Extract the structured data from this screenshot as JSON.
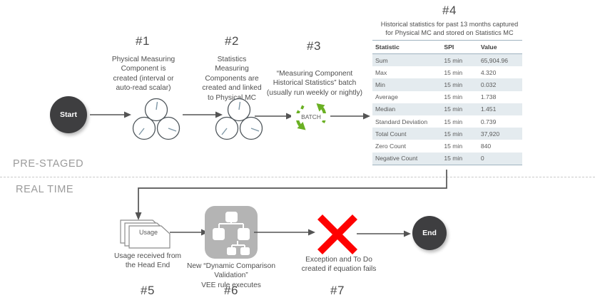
{
  "diagram": {
    "title_absent": true,
    "bands": [
      {
        "name": "pre-staged",
        "label": "PRE-STAGED"
      },
      {
        "name": "real-time",
        "label": "REAL TIME"
      }
    ],
    "nodes": {
      "start_label": "Start",
      "end_label": "End",
      "batch_label": "BATCH",
      "usage_label": "Usage"
    },
    "steps": [
      {
        "number": "#1",
        "description": "Physical Measuring Component is created (interval  or auto-read scalar)"
      },
      {
        "number": "#2",
        "description": "Statistics Measuring Components are created and linked to Physical MC"
      },
      {
        "number": "#3",
        "description": "“Measuring Component Historical Statistics” batch (usually run weekly or nightly)"
      },
      {
        "number": "#4",
        "description": "Historical statistics for past 13 months captured for Physical MC and stored on Statistics MC"
      },
      {
        "number": "#5",
        "description": "Usage received from the Head End"
      },
      {
        "number": "#6",
        "description": "New “Dynamic Comparison Validation” VEE rule executes"
      },
      {
        "number": "#7",
        "description": "Exception and To Do created if equation fails"
      }
    ],
    "step1_lines": [
      "Physical Measuring",
      "Component is",
      "created (interval  or",
      "auto-read scalar)"
    ],
    "step2_lines": [
      "Statistics",
      "Measuring",
      "Components are",
      "created and linked",
      "to Physical MC"
    ],
    "step3_lines": [
      "“Measuring Component",
      "Historical Statistics” batch",
      "(usually run weekly or nightly)"
    ],
    "step4_title_lines": [
      "Historical statistics for past 13 months captured",
      "for Physical MC and stored on Statistics MC"
    ],
    "step5_lines": [
      "Usage received from",
      "the Head End"
    ],
    "step6_lines": [
      "New “Dynamic Comparison Validation”",
      "VEE rule executes"
    ],
    "step7_lines": [
      "Exception and To Do",
      "created if equation fails"
    ]
  },
  "stats_table": {
    "columns": [
      "Statistic",
      "SPI",
      "Value"
    ],
    "rows": [
      {
        "statistic": "Sum",
        "spi": "15 min",
        "value": "65,904.96"
      },
      {
        "statistic": "Max",
        "spi": "15 min",
        "value": "4.320"
      },
      {
        "statistic": "Min",
        "spi": "15 min",
        "value": "0.032"
      },
      {
        "statistic": "Average",
        "spi": "15 min",
        "value": "1.738"
      },
      {
        "statistic": "Median",
        "spi": "15 min",
        "value": "1.451"
      },
      {
        "statistic": "Standard Deviation",
        "spi": "15 min",
        "value": "0.739"
      },
      {
        "statistic": "Total Count",
        "spi": "15 min",
        "value": "37,920"
      },
      {
        "statistic": "Zero Count",
        "spi": "15 min",
        "value": "840"
      },
      {
        "statistic": "Negative Count",
        "spi": "15 min",
        "value": "0"
      }
    ]
  },
  "colors": {
    "node_fill": "#3e3e40",
    "batch_green": "#6ab023",
    "error_red": "#fe0000",
    "vee_gray": "#b4b4b4",
    "table_row_alt": "#e4ebef",
    "table_rule": "#9fb3c0",
    "band_label": "#9b9b9b",
    "connector": "#545454"
  }
}
